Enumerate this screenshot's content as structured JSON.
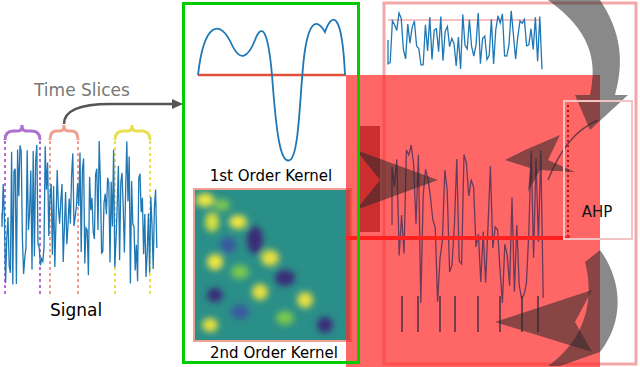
{
  "diagram": {
    "nodes": [
      {
        "text": [
          "1st Order Kernel"
        ]
      },
      {
        "text": [
          "2nd Order Kernel"
        ],
        "in": 0
      },
      {
        "text": [
          "AHP"
        ]
      }
    ],
    "labels": [
      "Time Slices",
      "Signal"
    ]
  }
}
